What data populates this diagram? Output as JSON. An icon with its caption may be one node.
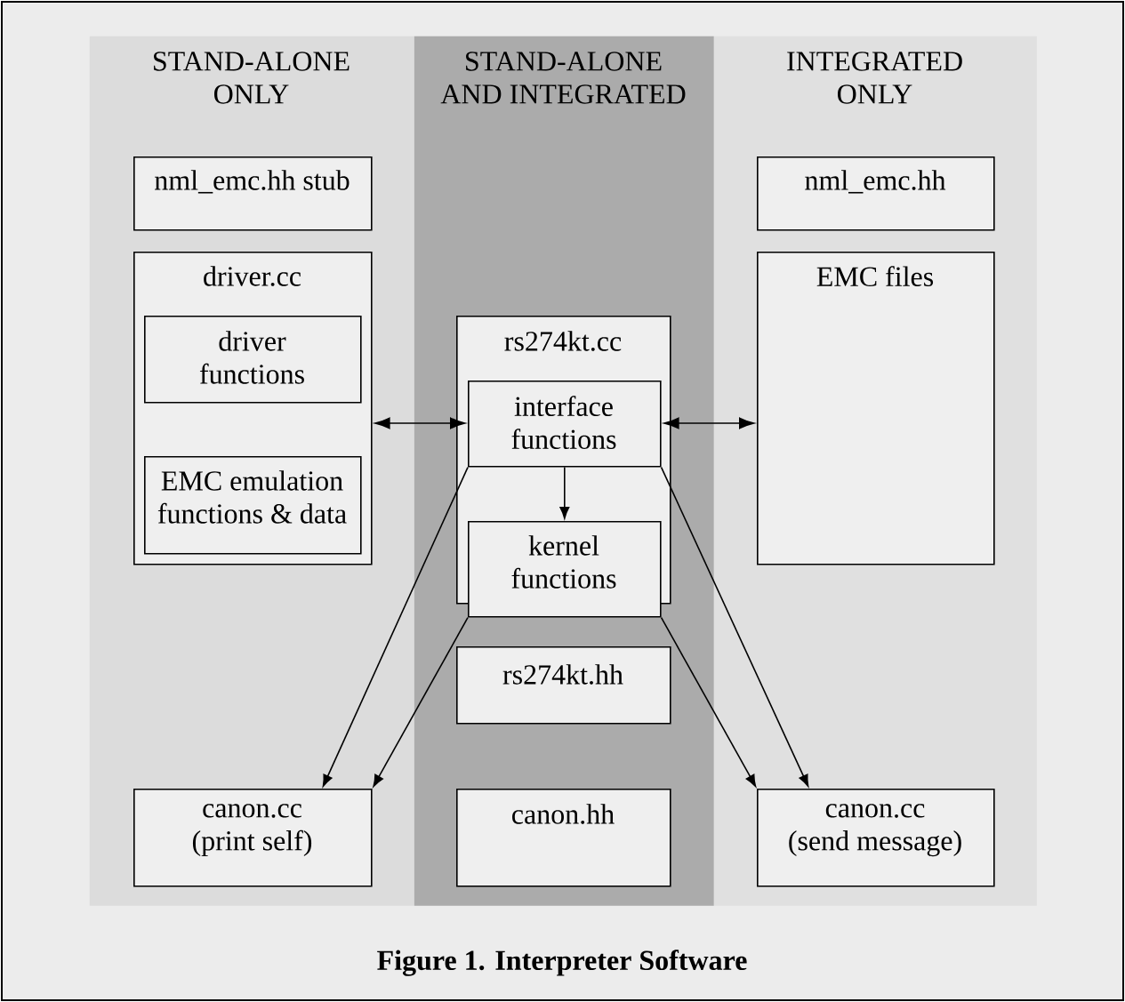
{
  "diagram": {
    "caption": "Figure 1. Interpreter Software",
    "nodes": [
      {
        "text": [
          "STAND-ALONE ONLY"
        ]
      },
      {
        "text": [
          "nml_emc.hh stub"
        ],
        "in": 0
      },
      {
        "text": [
          "driver.cc"
        ],
        "in": 0
      },
      {
        "text": [
          "driver functions"
        ],
        "in": 2
      },
      {
        "text": [
          "EMC emulation functions & data"
        ],
        "in": 2
      },
      {
        "text": [
          "canon.cc (print self)"
        ],
        "in": 0
      },
      {
        "text": [
          "STAND-ALONE AND INTEGRATED"
        ]
      },
      {
        "text": [
          "rs274kt.cc"
        ],
        "in": 6
      },
      {
        "text": [
          "interface functions"
        ],
        "in": 7
      },
      {
        "text": [
          "kernel functions"
        ],
        "in": 7
      },
      {
        "text": [
          "rs274kt.hh"
        ],
        "in": 6
      },
      {
        "text": [
          "canon.hh"
        ],
        "in": 6
      },
      {
        "text": [
          "INTEGRATED ONLY"
        ]
      },
      {
        "text": [
          "nml_emc.hh"
        ],
        "in": 12
      },
      {
        "text": [
          "EMC files"
        ],
        "in": 12
      },
      {
        "text": [
          "canon.cc (send message)"
        ],
        "in": 12
      }
    ],
    "edges": [
      {
        "from": 2,
        "to": 8,
        "arrow": "both"
      },
      {
        "from": 8,
        "to": 14,
        "arrow": "both"
      },
      {
        "from": 8,
        "to": 9,
        "arrow": "to"
      },
      {
        "from": 8,
        "to": 5,
        "arrow": "to"
      },
      {
        "from": 9,
        "to": 5,
        "arrow": "to"
      },
      {
        "from": 9,
        "to": 15,
        "arrow": "to"
      },
      {
        "from": 8,
        "to": 15,
        "arrow": "to"
      }
    ]
  }
}
